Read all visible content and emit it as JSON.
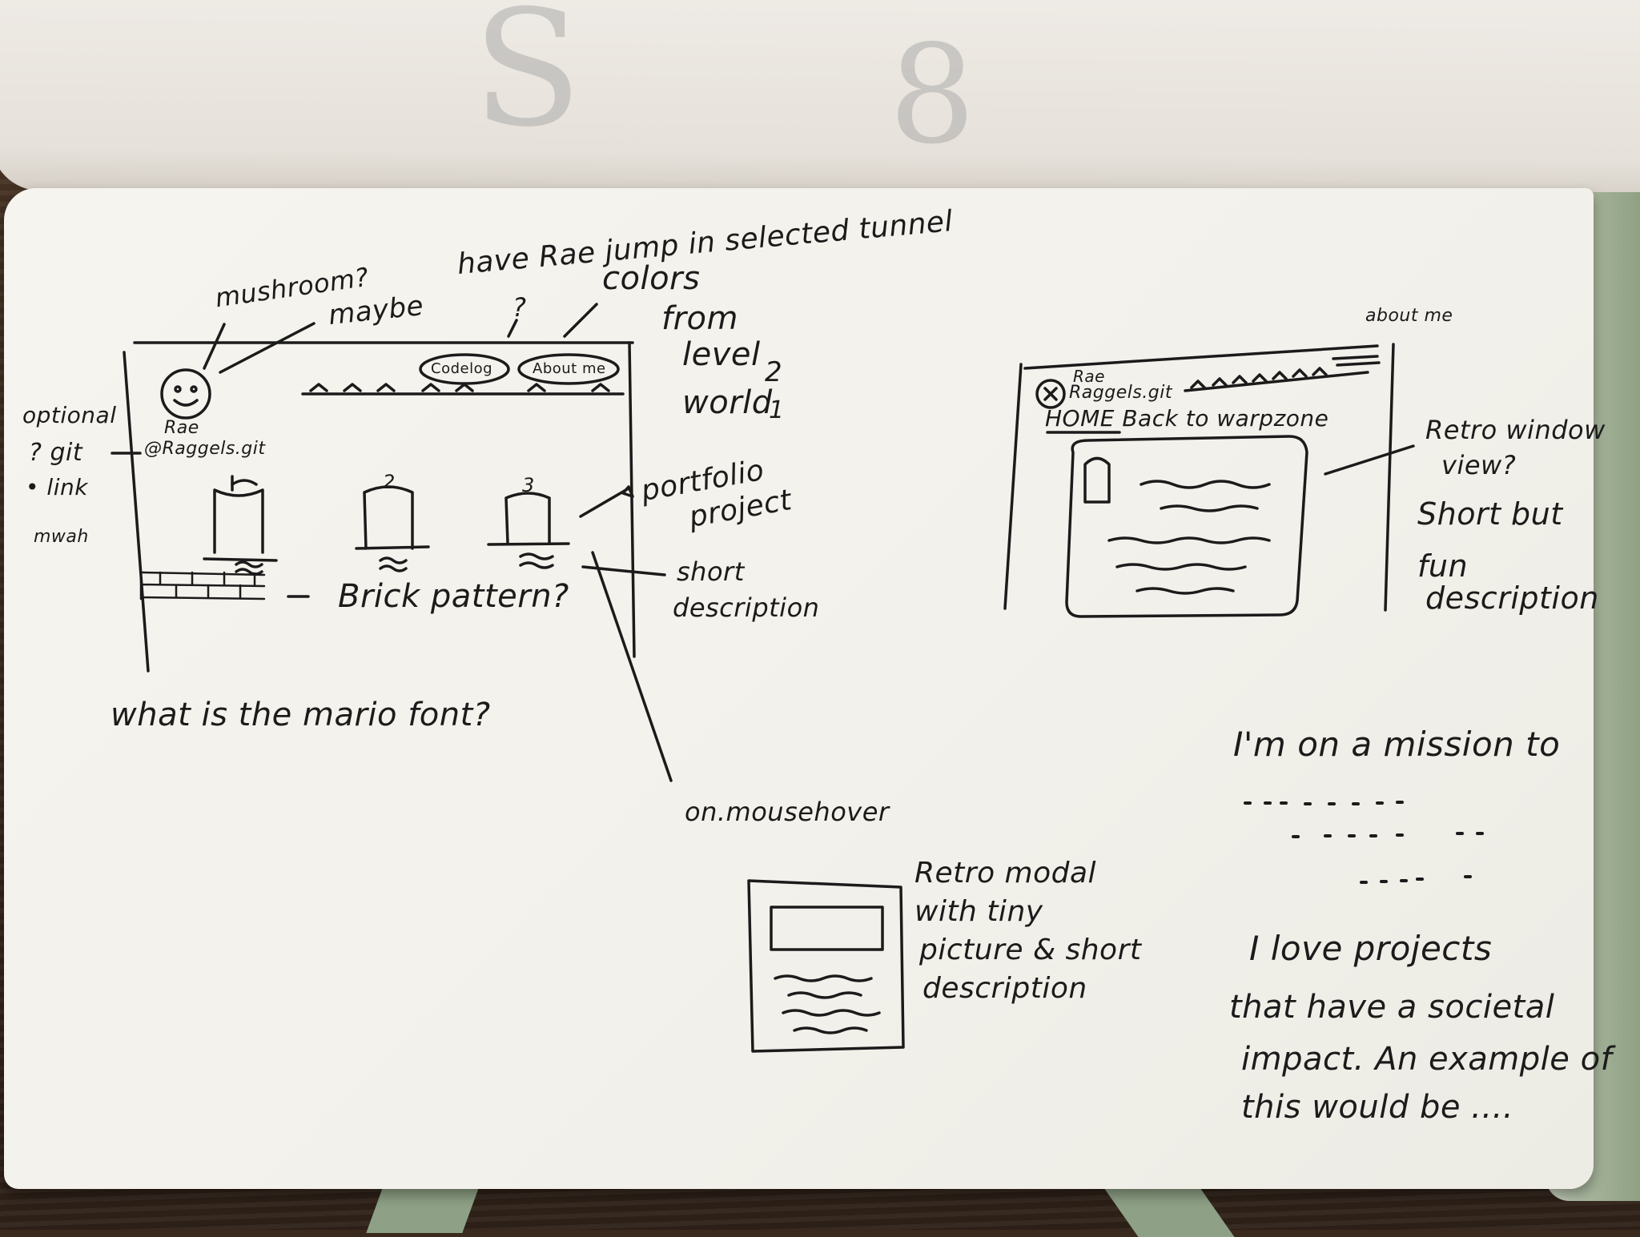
{
  "notes": {
    "mushroom": "mushroom?",
    "maybe": "maybe",
    "question": "?",
    "jump": "have Rae jump in selected tunnel",
    "colors": "colors",
    "from": "from",
    "level": "level",
    "world": "world",
    "level_num": "2",
    "world_num": "1",
    "optional_git_link": [
      "optional",
      "? git",
      "• link",
      "mwah"
    ],
    "name": "Rae",
    "handle": "@Raggels.git",
    "nav_codelog": "Codelog",
    "nav_about": "About me",
    "tunnel_2": "2",
    "tunnel_3": "3",
    "portfolio_project": [
      "portfolio",
      "project"
    ],
    "short_description": [
      "short",
      "description"
    ],
    "brick_pattern": "Brick pattern?",
    "mario_font": "what is the mario font?",
    "on_mousehover": "on.mousehover",
    "retro_modal": [
      "Retro modal",
      "with tiny",
      "picture & short",
      "description"
    ],
    "about_me": "about me",
    "about_name": "Rae",
    "about_handle": "Raggels.git",
    "home_back": "HOME Back to warpzone",
    "retro_window": [
      "Retro window",
      "view?",
      "Short but",
      "fun",
      "description"
    ],
    "mission": "I'm on a mission to",
    "love_projects": [
      "I love projects",
      "that have a societal",
      "impact. An example of",
      "this would be ...."
    ]
  }
}
